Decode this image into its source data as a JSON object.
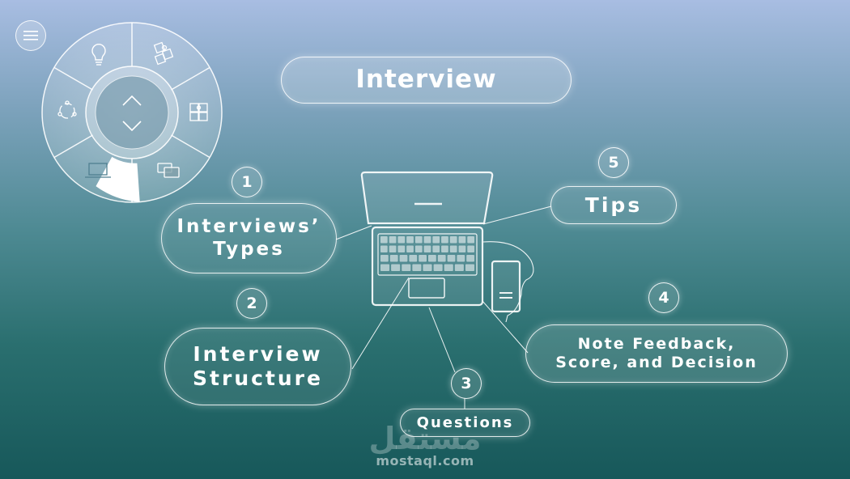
{
  "title": "Interview",
  "menu_icon": "hamburger-icon",
  "wheel": {
    "segments": [
      {
        "icon": "lightbulb-icon",
        "active": false
      },
      {
        "icon": "puzzle-icon",
        "active": false
      },
      {
        "icon": "puzzle-pieces-icon",
        "active": false
      },
      {
        "icon": "chat-bubbles-icon",
        "active": false
      },
      {
        "icon": "laptop-icon",
        "active": true
      },
      {
        "icon": "cycle-arrows-icon",
        "active": false
      }
    ],
    "center_icons": [
      "chevron-up-icon",
      "chevron-down-icon"
    ]
  },
  "steps": [
    {
      "number": "1",
      "label": "Interviews’\nTypes"
    },
    {
      "number": "2",
      "label": "Interview\nStructure"
    },
    {
      "number": "3",
      "label": "Questions"
    },
    {
      "number": "4",
      "label": "Note Feedback,\nScore, and Decision"
    },
    {
      "number": "5",
      "label": "Tips"
    }
  ],
  "watermark": {
    "arabic": "مستقل",
    "site": "mostaql.com"
  },
  "colors": {
    "bg_top": "#a8bde2",
    "bg_bottom": "#17585a",
    "line": "#ffffff"
  }
}
